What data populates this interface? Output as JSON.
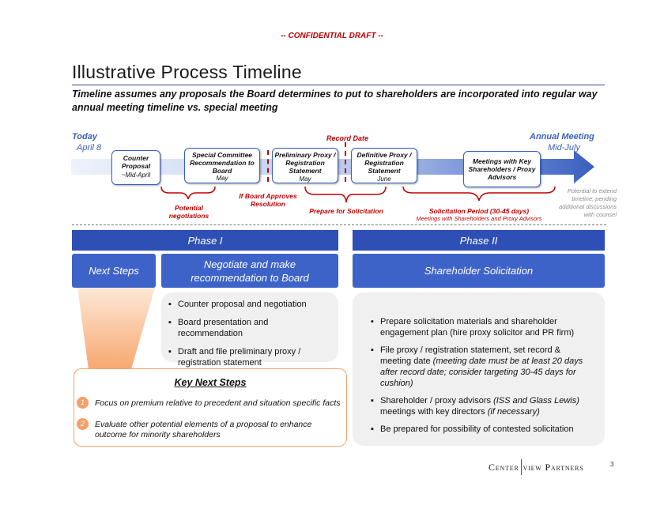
{
  "header": {
    "confidential": "-- CONFIDENTIAL DRAFT --",
    "title": "Illustrative Process Timeline",
    "subtitle": "Timeline assumes any proposals the Board determines to put to shareholders are incorporated into regular way annual meeting timeline vs. special meeting"
  },
  "timeline": {
    "today_label": "Today",
    "today_date": "April 8",
    "record_date_label": "Record Date",
    "annual_meeting_label": "Annual Meeting",
    "annual_meeting_date": "Mid-July",
    "boxes": [
      {
        "title": "Counter Proposal",
        "date": "~Mid-April"
      },
      {
        "title": "Special Committee Recommendation to Board",
        "date": "May"
      },
      {
        "title": "Preliminary Proxy / Registration Statement",
        "date": "May"
      },
      {
        "title": "Definitive Proxy / Registration Statement",
        "date": "June"
      },
      {
        "title": "Meetings with Key Shareholders / Proxy Advisors",
        "date": ""
      }
    ],
    "annotations": {
      "potential_negotiations": "Potential negotiations",
      "if_board_approves": "If Board Approves Resolution",
      "prepare_for_solicitation": "Prepare for Solicitation",
      "solicitation_period": "Solicitation Period (30-45 days)",
      "solicitation_period_sub": "Meetings with Shareholders and Proxy Advisors",
      "extend_note": "Potential to extend timeline, pending additional discussions with counsel"
    }
  },
  "phases": {
    "phase1": "Phase I",
    "phase2": "Phase II",
    "next_steps": "Next Steps",
    "negotiate": "Negotiate and make recommendation to Board",
    "solicitation": "Shareholder Solicitation"
  },
  "phase1_bullets": [
    "Counter proposal and negotiation",
    "Board presentation and recommendation",
    "Draft and file preliminary proxy / registration statement"
  ],
  "phase2_bullets": [
    {
      "text": "Prepare solicitation materials and shareholder engagement plan (hire proxy solicitor and PR firm)",
      "italic": ""
    },
    {
      "text": "File proxy / registration statement, set record & meeting date ",
      "italic": "(meeting date must be at least 20 days after record date; consider targeting 30-45 days for cushion)"
    },
    {
      "text": "Shareholder / proxy advisors ",
      "italic": "(ISS and Glass Lewis)",
      "text2": " meetings with key directors ",
      "italic2": "(if necessary)"
    },
    {
      "text": "Be prepared for possibility of contested solicitation",
      "italic": ""
    }
  ],
  "key_next_steps": {
    "title": "Key Next Steps",
    "items": [
      {
        "num": "1",
        "text": "Focus on premium relative to precedent and situation specific facts"
      },
      {
        "num": "2",
        "text": "Evaluate other potential elements of a proposal to enhance outcome for minority shareholders"
      }
    ]
  },
  "footer": {
    "logo_left": "Center",
    "logo_right": "view Partners",
    "page_number": "3"
  },
  "colors": {
    "primary_blue": "#2e4fb5",
    "accent_red": "#c00000",
    "orange": "#f4a06b",
    "arrow_start": "#eef2fb",
    "arrow_end": "#3a5fc0"
  }
}
